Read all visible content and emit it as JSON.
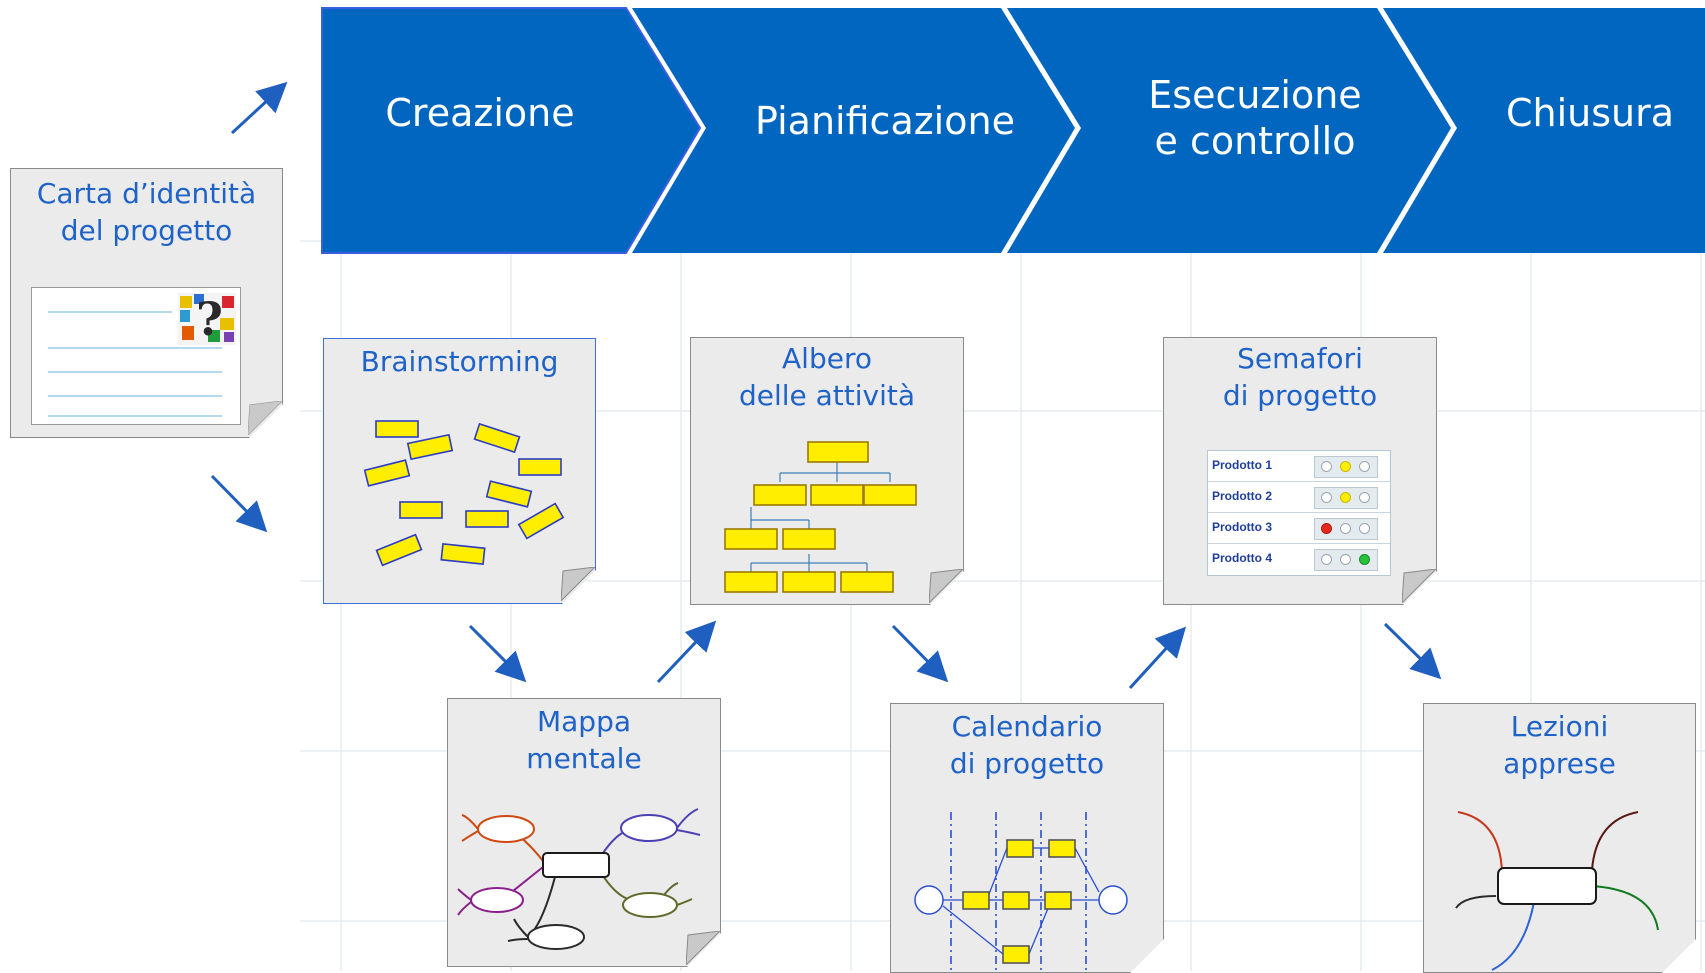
{
  "phases": [
    {
      "label": "Creazione"
    },
    {
      "label": "Pianificazione"
    },
    {
      "label": "Esecuzione\ne controllo"
    },
    {
      "label": "Chiusura"
    }
  ],
  "cards": {
    "carta": {
      "title": "Carta d’identità\ndel progetto"
    },
    "brainstorming": {
      "title": "Brainstorming"
    },
    "mappa": {
      "title": "Mappa\nmentale"
    },
    "albero": {
      "title": "Albero\ndelle attività"
    },
    "calendario": {
      "title": "Calendario\ndi progetto"
    },
    "semafori": {
      "title": "Semafori\ndi progetto"
    },
    "lezioni": {
      "title": "Lezioni\napprese"
    }
  },
  "semafori_table": {
    "rows": [
      {
        "label": "Prodotto 1",
        "lit": "yellow"
      },
      {
        "label": "Prodotto 2",
        "lit": "yellow"
      },
      {
        "label": "Prodotto 3",
        "lit": "red"
      },
      {
        "label": "Prodotto 4",
        "lit": "green"
      }
    ]
  },
  "colors": {
    "phase_blue": "#0066bf",
    "arrow_blue": "#1f5fbf",
    "title_blue": "#1f63c9",
    "sticky_yellow": "#ffee00"
  }
}
